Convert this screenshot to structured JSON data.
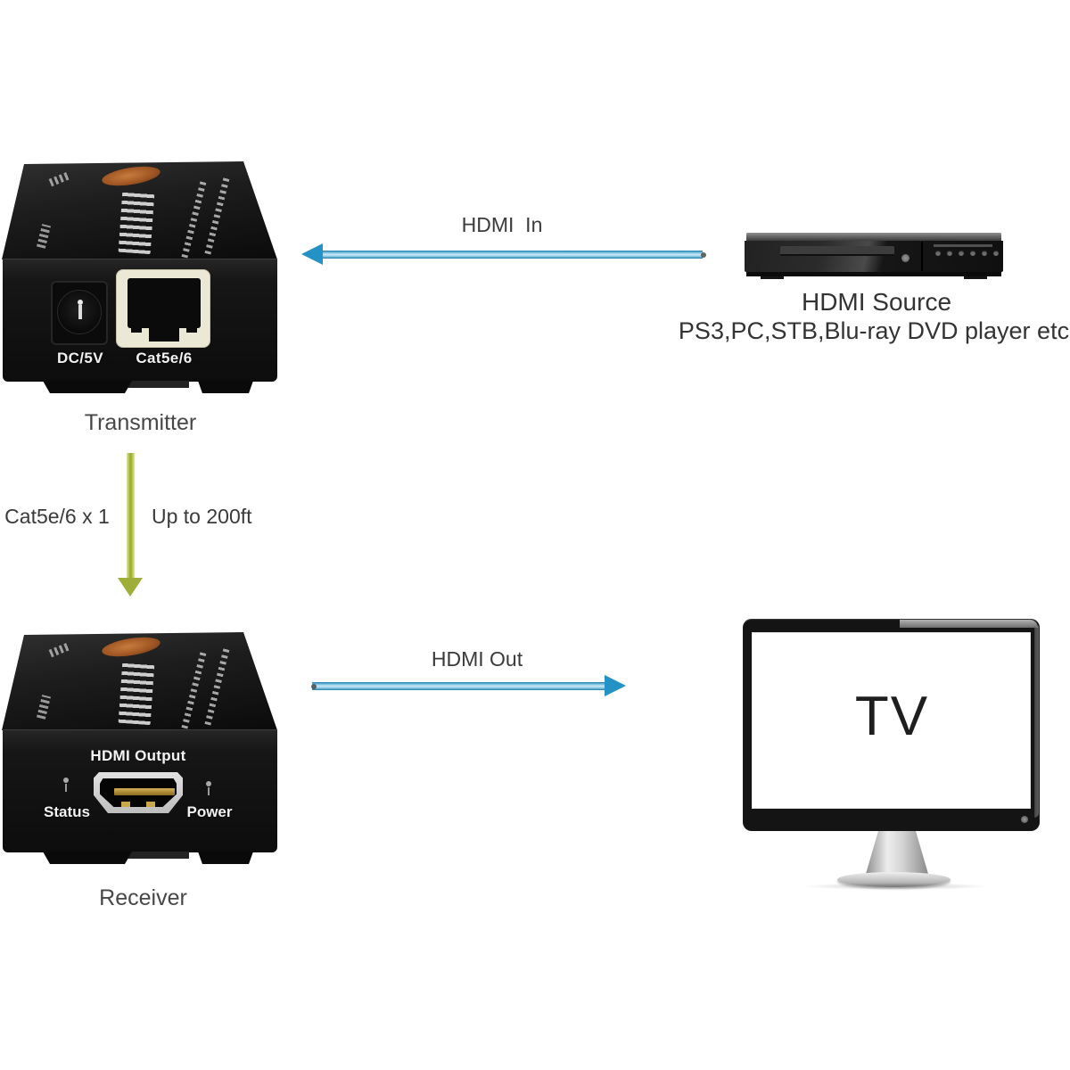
{
  "labels": {
    "hdmi_in": "HDMI  In",
    "hdmi_out": "HDMI Out",
    "transmitter": "Transmitter",
    "receiver": "Receiver",
    "cat5_count": "Cat5e/6 x 1",
    "distance": "Up to 200ft",
    "source_title": "HDMI Source",
    "source_subtitle": "PS3,PC,STB,Blu-ray DVD player etc",
    "tv": "TV"
  },
  "transmitter_panel": {
    "power_port": "DC/5V",
    "ethernet_port": "Cat5e/6"
  },
  "receiver_panel": {
    "title": "HDMI Output",
    "status": "Status",
    "power": "Power"
  },
  "colors": {
    "arrow_blue": "#2492c4",
    "arrow_blue_light": "#cde9f6",
    "arrow_green": "#9fae37",
    "device_black": "#141414",
    "rj45_cream": "#ece8d6",
    "logo_orange": "#a85a24",
    "label_gray": "#474747",
    "link_label_gray": "#3a3a3a"
  }
}
